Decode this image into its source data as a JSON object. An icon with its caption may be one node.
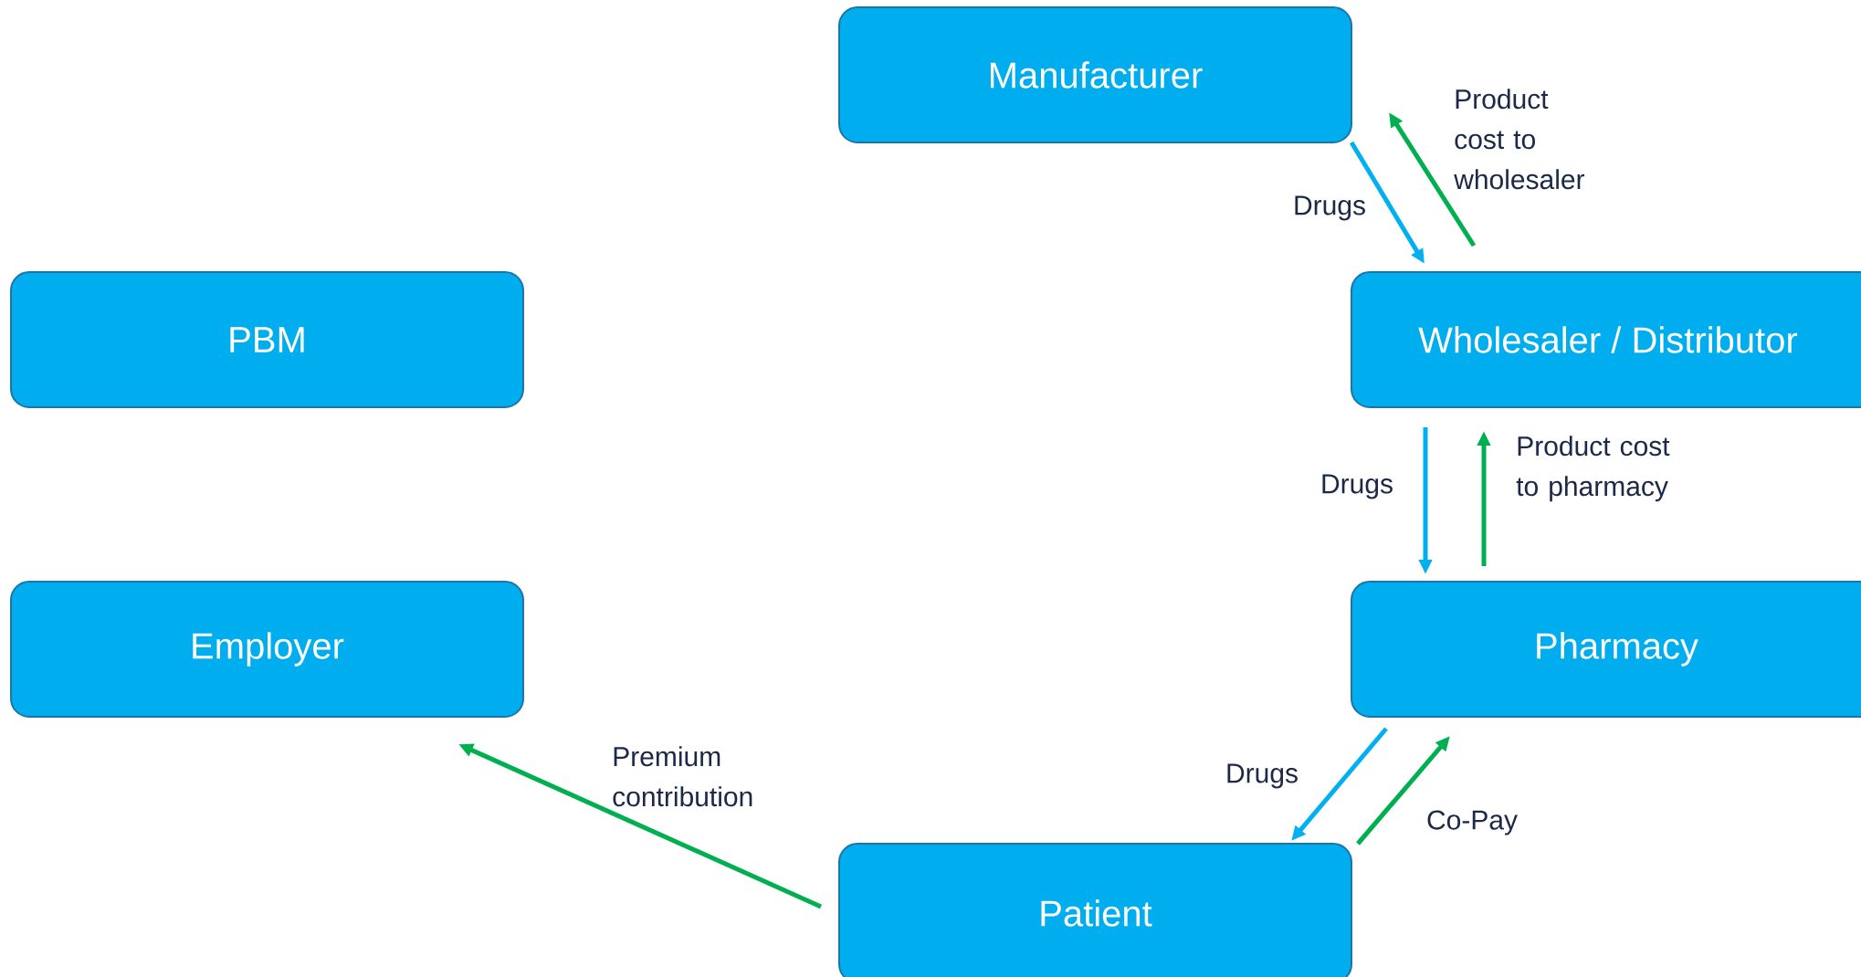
{
  "diagram": {
    "nodes": [
      {
        "text": [
          "Manufacturer"
        ]
      },
      {
        "text": [
          "PBM"
        ]
      },
      {
        "text": [
          "Wholesaler / Distributor"
        ]
      },
      {
        "text": [
          "Employer"
        ]
      },
      {
        "text": [
          "Pharmacy"
        ]
      },
      {
        "text": [
          "Patient"
        ]
      }
    ],
    "edges": [
      {
        "from": 0,
        "to": 2,
        "arrow": "to",
        "label": "Drugs",
        "color": "#00b0f0"
      },
      {
        "from": 2,
        "to": 0,
        "arrow": "to",
        "label": "Product cost to wholesaler",
        "color": "#00b050"
      },
      {
        "from": 2,
        "to": 4,
        "arrow": "to",
        "label": "Drugs",
        "color": "#00b0f0"
      },
      {
        "from": 4,
        "to": 2,
        "arrow": "to",
        "label": "Product cost to pharmacy",
        "color": "#00b050"
      },
      {
        "from": 4,
        "to": 5,
        "arrow": "to",
        "label": "Drugs",
        "color": "#00b0f0"
      },
      {
        "from": 5,
        "to": 4,
        "arrow": "to",
        "label": "Co-Pay",
        "color": "#00b050"
      },
      {
        "from": 5,
        "to": 3,
        "arrow": "to",
        "label": "Premium contribution",
        "color": "#00b050"
      }
    ]
  }
}
